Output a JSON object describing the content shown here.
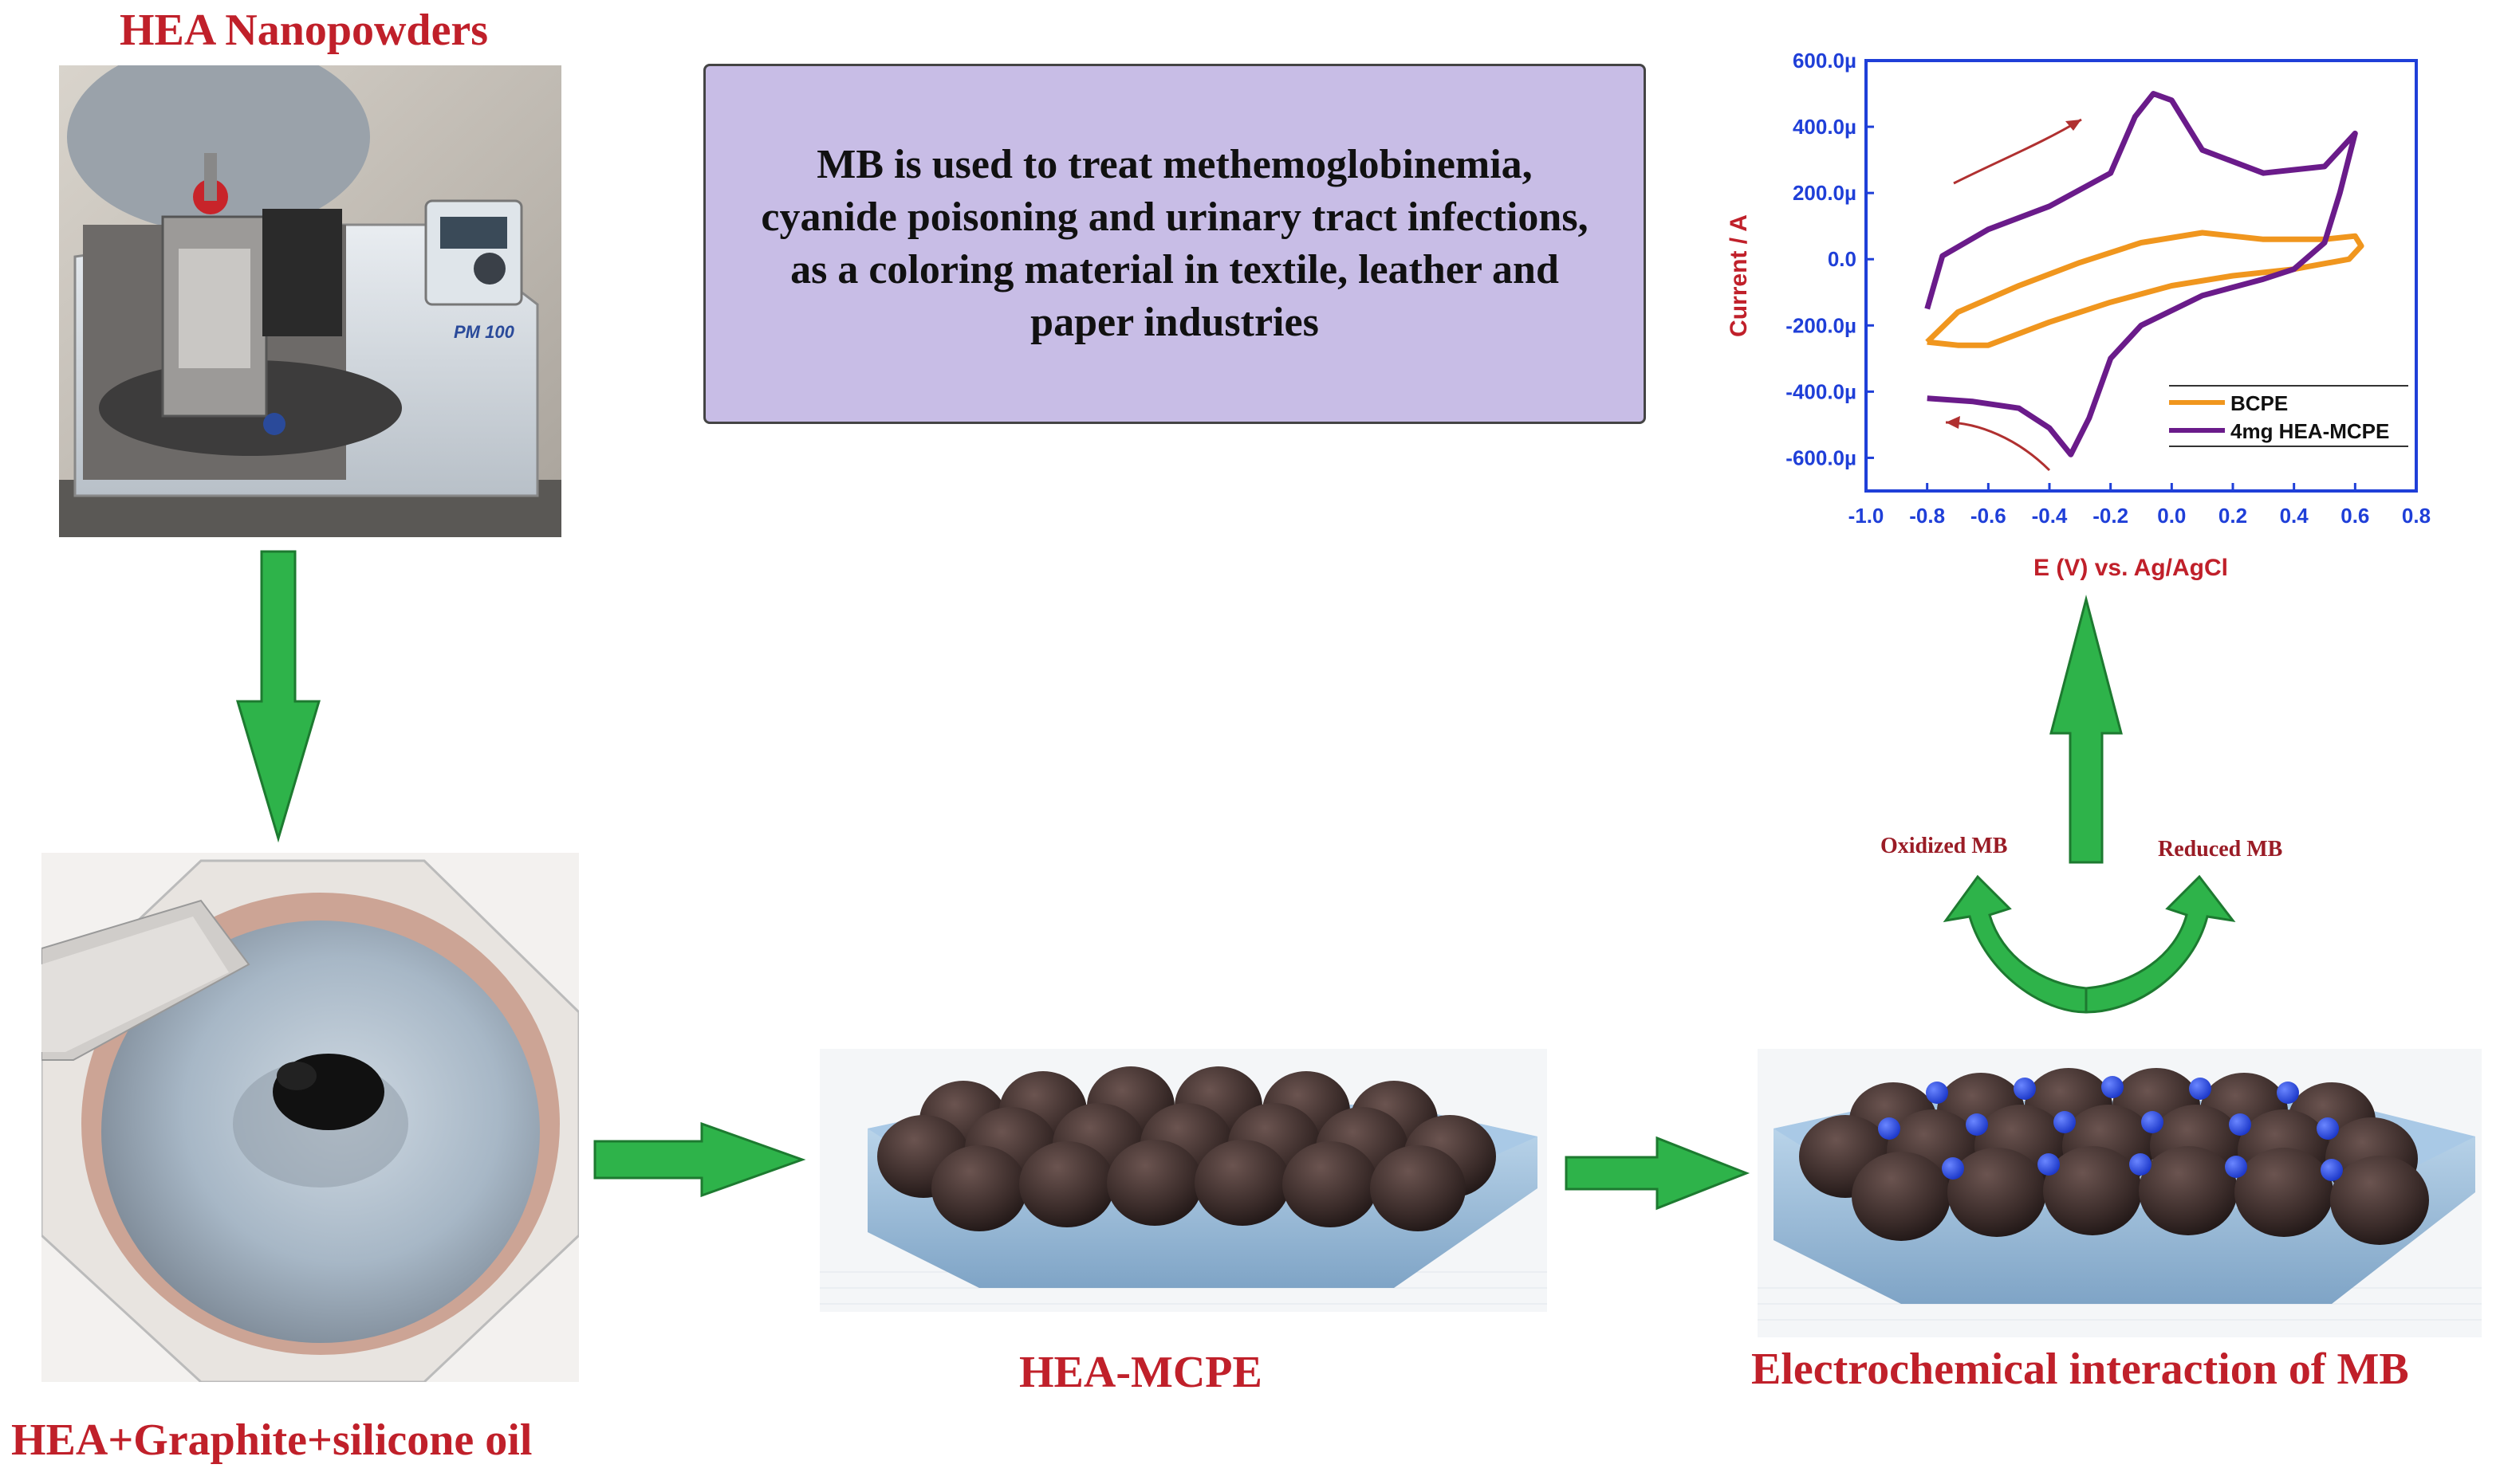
{
  "labels": {
    "top": "HEA Nanopowders",
    "mix": "HEA+Graphite+silicone oil",
    "mcpe": "HEA-MCPE",
    "echem": "Electrochemical interaction of MB",
    "oxidized": "Oxidized MB",
    "reduced": "Reduced MB",
    "mill_model": "PM 100"
  },
  "mb_box": {
    "text": "MB is used to treat methemoglobinemia,\ncyanide poisoning and urinary tract infections,\nas a coloring material in textile, leather and\npaper industries"
  },
  "colors": {
    "arrow": "#2eb34a",
    "label_red": "#c0202a",
    "box_fill": "#c8bde6",
    "electrode_base": "#a9c9e6",
    "sphere": "#3b2c2a",
    "mb_dot": "#1f3fe0",
    "axis": "#1f3fd8",
    "bcpe": "#f0961e",
    "hea": "#6a1b8a"
  },
  "chart_data": {
    "type": "line",
    "title": "",
    "xlabel": "E (V) vs. Ag/AgCl",
    "ylabel": "Current / A",
    "xlim": [
      -1.0,
      0.8
    ],
    "ylim": [
      -700,
      600
    ],
    "x_ticks": [
      "-1.0",
      "-0.8",
      "-0.6",
      "-0.4",
      "-0.2",
      "0.0",
      "0.2",
      "0.4",
      "0.6",
      "0.8"
    ],
    "y_ticks": [
      "600.0µ",
      "400.0µ",
      "200.0µ",
      "0.0",
      "-200.0µ",
      "-400.0µ",
      "-600.0µ"
    ],
    "legend": "bottom-right",
    "series": [
      {
        "name": "BCPE",
        "color": "#f0961e",
        "points": [
          [
            -0.8,
            -250
          ],
          [
            -0.7,
            -160
          ],
          [
            -0.5,
            -80
          ],
          [
            -0.3,
            -10
          ],
          [
            -0.1,
            50
          ],
          [
            0.1,
            80
          ],
          [
            0.3,
            60
          ],
          [
            0.5,
            60
          ],
          [
            0.6,
            70
          ],
          [
            0.62,
            40
          ],
          [
            0.58,
            0
          ],
          [
            0.4,
            -30
          ],
          [
            0.2,
            -50
          ],
          [
            0.0,
            -80
          ],
          [
            -0.2,
            -130
          ],
          [
            -0.4,
            -190
          ],
          [
            -0.6,
            -260
          ],
          [
            -0.7,
            -260
          ],
          [
            -0.8,
            -250
          ]
        ]
      },
      {
        "name": "4mg HEA-MCPE",
        "color": "#6a1b8a",
        "points": [
          [
            -0.8,
            -150
          ],
          [
            -0.75,
            10
          ],
          [
            -0.6,
            90
          ],
          [
            -0.4,
            160
          ],
          [
            -0.2,
            260
          ],
          [
            -0.12,
            430
          ],
          [
            -0.06,
            500
          ],
          [
            0.0,
            480
          ],
          [
            0.1,
            330
          ],
          [
            0.3,
            260
          ],
          [
            0.5,
            280
          ],
          [
            0.6,
            380
          ],
          [
            0.55,
            200
          ],
          [
            0.5,
            50
          ],
          [
            0.4,
            -30
          ],
          [
            0.3,
            -60
          ],
          [
            0.1,
            -110
          ],
          [
            -0.1,
            -200
          ],
          [
            -0.2,
            -300
          ],
          [
            -0.27,
            -480
          ],
          [
            -0.33,
            -590
          ],
          [
            -0.4,
            -510
          ],
          [
            -0.5,
            -450
          ],
          [
            -0.65,
            -430
          ],
          [
            -0.8,
            -420
          ]
        ]
      }
    ]
  }
}
